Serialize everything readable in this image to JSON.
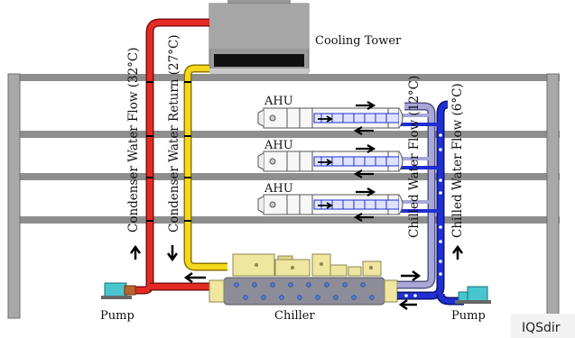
{
  "diagram": {
    "labels": {
      "cooling_tower": "Cooling Tower",
      "ahu_1": "AHU",
      "ahu_2": "AHU",
      "ahu_3": "AHU",
      "chiller": "Chiller",
      "pump_left": "Pump",
      "pump_right": "Pump",
      "condenser_flow": "Condenser Water Flow (32°C)",
      "condenser_return": "Condenser Water Return (27°C)",
      "chilled_return": "Chilled Water Flow (12°C)",
      "chilled_supply": "Chilled Water Flow (6°C)",
      "watermark": "IQSdir"
    },
    "colors": {
      "condenser_hot": "#e42a22",
      "condenser_return": "#f4d81c",
      "chilled_supply": "#1f2fd0",
      "chilled_return": "#a9a6d8",
      "building_frame": "#8e8e8e",
      "equipment_yellow": "#efe6a0",
      "chiller_shell": "#8d8d9a",
      "pump": "#48c6cf"
    }
  }
}
